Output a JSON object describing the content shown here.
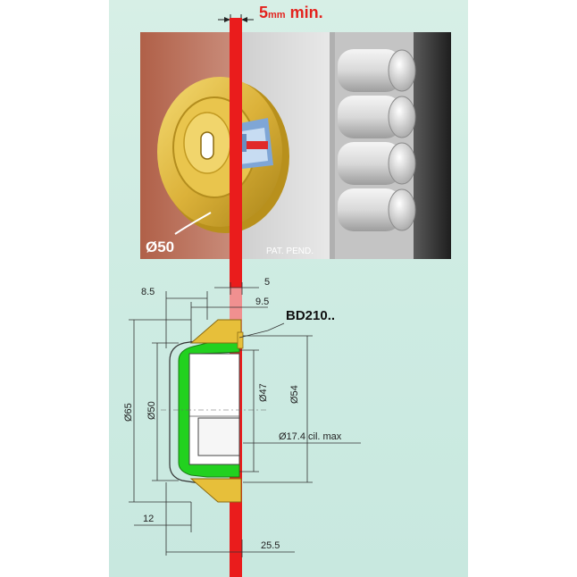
{
  "gap_label": {
    "five": "5",
    "mm": "mm",
    "min": " min."
  },
  "photo": {
    "diameter": "Ø50",
    "patent": "PAT. PEND."
  },
  "drawing": {
    "model": "BD210..",
    "d_8_5": "8.5",
    "d_5": "5",
    "d_9_5": "9.5",
    "d_65": "Ø65",
    "d_50": "Ø50",
    "d_47": "Ø47",
    "d_54": "Ø54",
    "d_17_4": "Ø17.4 cil. max",
    "d_12": "12",
    "d_25_5": "25.5"
  },
  "colors": {
    "bar": "#ea1c1c",
    "brass": "#e7bf3a",
    "green": "#22d11f",
    "label_red": "#e3231e"
  }
}
